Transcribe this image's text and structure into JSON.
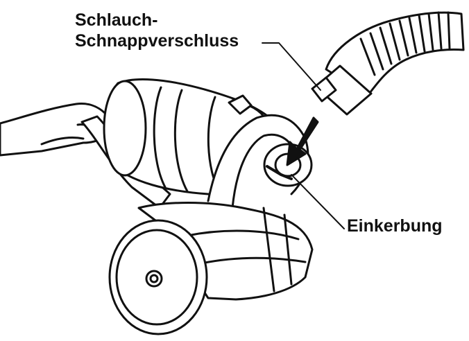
{
  "labels": {
    "hose_snap_line1": "Schlauch-",
    "hose_snap_line2": "Schnappverschluss",
    "notch": "Einkerbung"
  },
  "colors": {
    "line": "#111111",
    "fill": "#ffffff"
  }
}
